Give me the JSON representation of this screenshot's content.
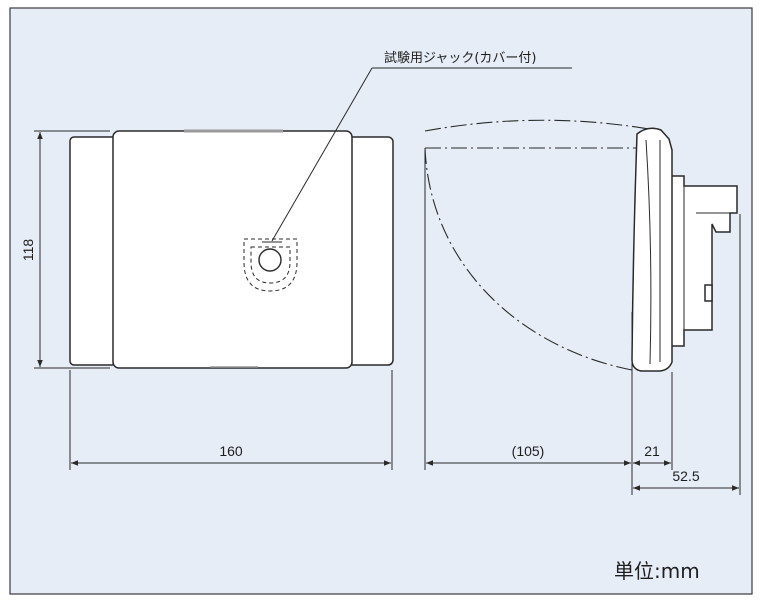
{
  "colors": {
    "background": "#e7edf7",
    "panel": "#ffffff",
    "line": "#2a2a2a"
  },
  "callout": {
    "label": "試験用ジャック(カバー付)"
  },
  "dimensions": {
    "height": "118",
    "width": "160",
    "swing": "(105)",
    "front_depth": "21",
    "total_depth": "52.5"
  },
  "units": {
    "label": "単位:mm"
  }
}
